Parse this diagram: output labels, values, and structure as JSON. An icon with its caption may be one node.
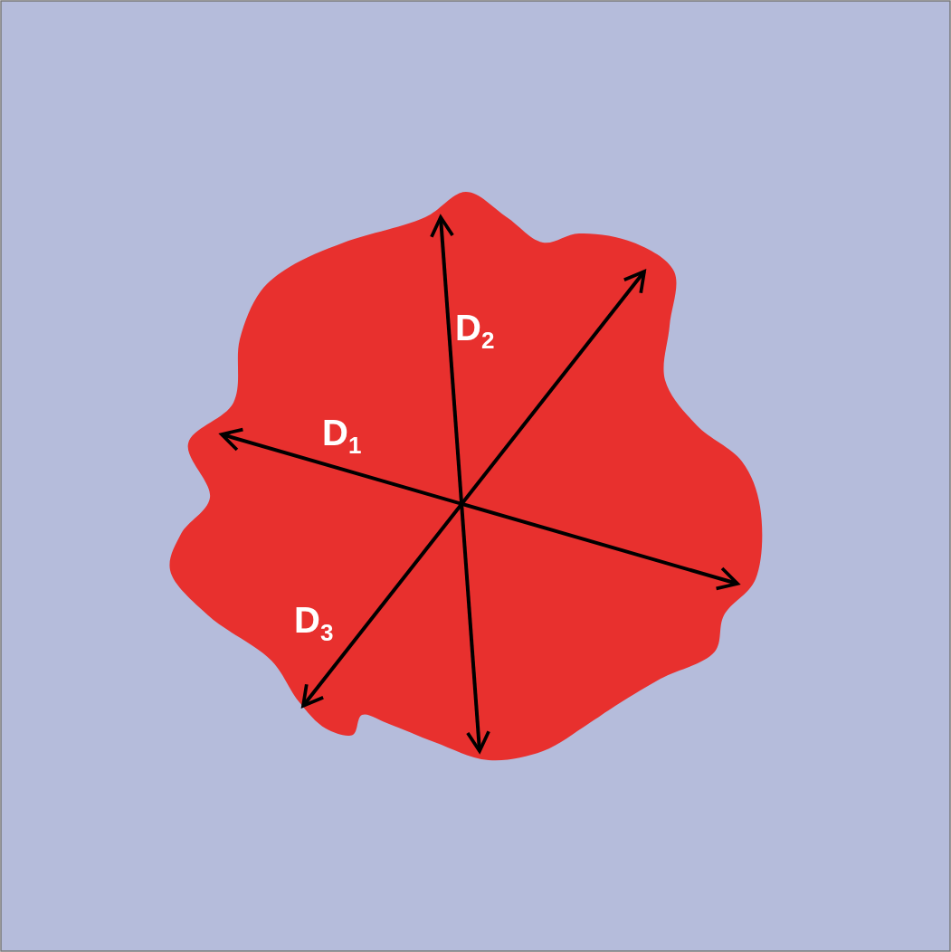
{
  "diagram": {
    "labels": [
      "D$_{2}$",
      "D$_{1}$",
      "D$_{3}$"
    ]
  }
}
